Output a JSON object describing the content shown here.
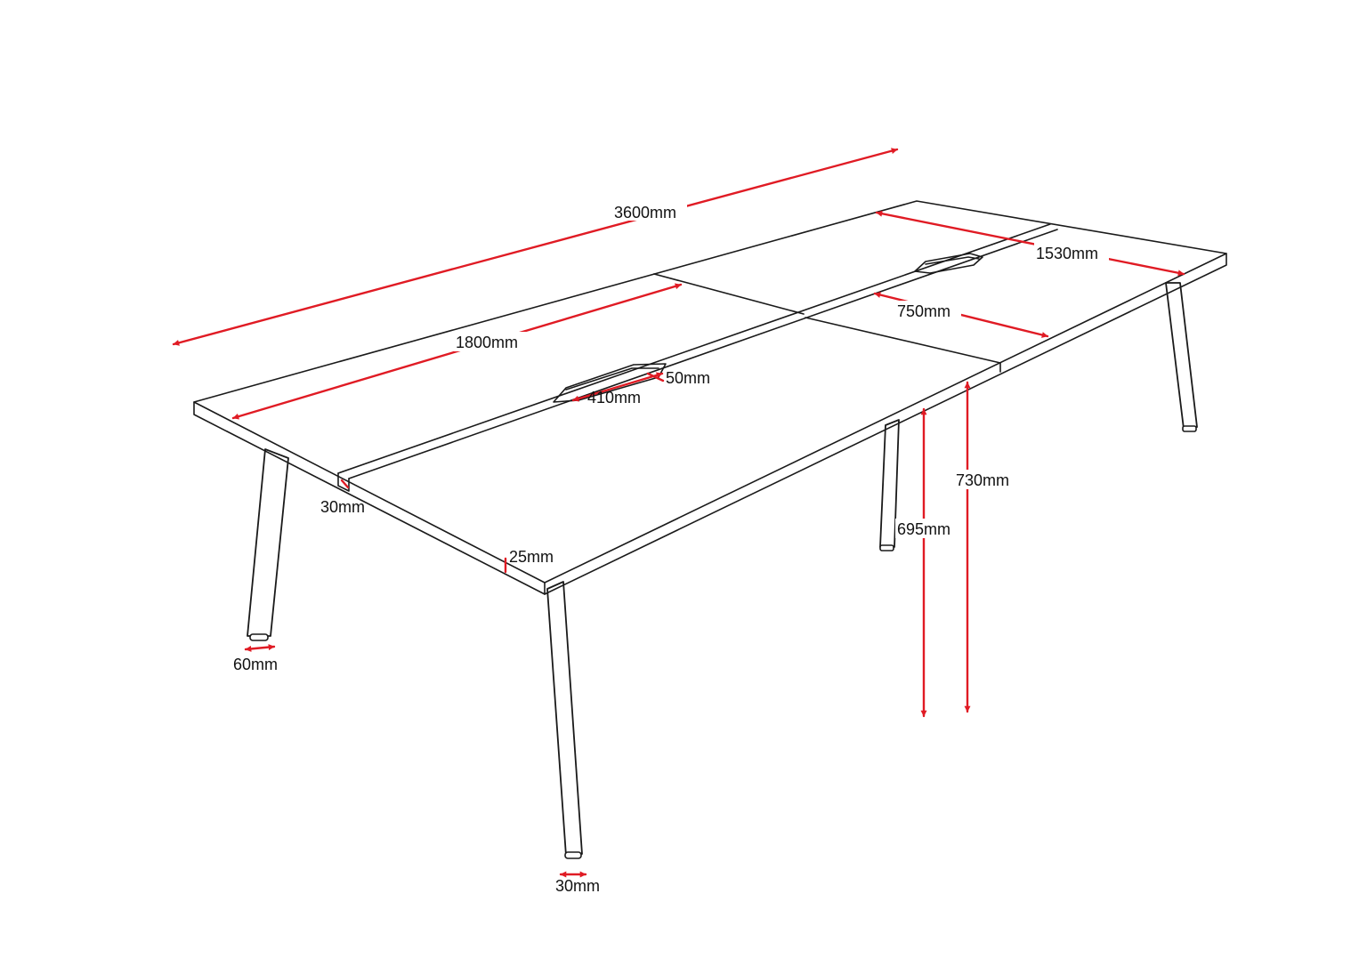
{
  "diagram": {
    "dimension_color": "#e01b24",
    "line_color": "#1a1a1a",
    "labels": {
      "overall_length": "3600mm",
      "overall_width": "1530mm",
      "desk_length": "1800mm",
      "desk_depth": "750mm",
      "cable_port_width": "410mm",
      "cable_port_depth": "50mm",
      "split_gap": "30mm",
      "top_thickness": "25mm",
      "leg_width": "60mm",
      "leg_depth": "30mm",
      "underside_height": "695mm",
      "overall_height": "730mm"
    }
  }
}
